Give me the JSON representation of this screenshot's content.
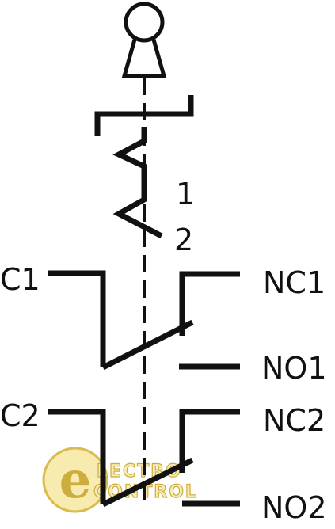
{
  "labels": {
    "spring_mark_1": "1",
    "spring_mark_2": "2",
    "common_1": "C1",
    "normally_closed_1": "NC1",
    "normally_open_1": "NO1",
    "common_2": "C2",
    "normally_closed_2": "NC2",
    "normally_open_2": "NO2"
  },
  "watermark": {
    "line_1": "LECTRO",
    "line_2": "CONTROL",
    "initial": "e"
  },
  "colors": {
    "ink": "#111111",
    "watermark_fill": "#f7e9a8",
    "watermark_stroke": "#c9a52a"
  },
  "icons": {
    "actuator": "key-knob-actuator-icon",
    "spring": "return-spring-icon"
  }
}
